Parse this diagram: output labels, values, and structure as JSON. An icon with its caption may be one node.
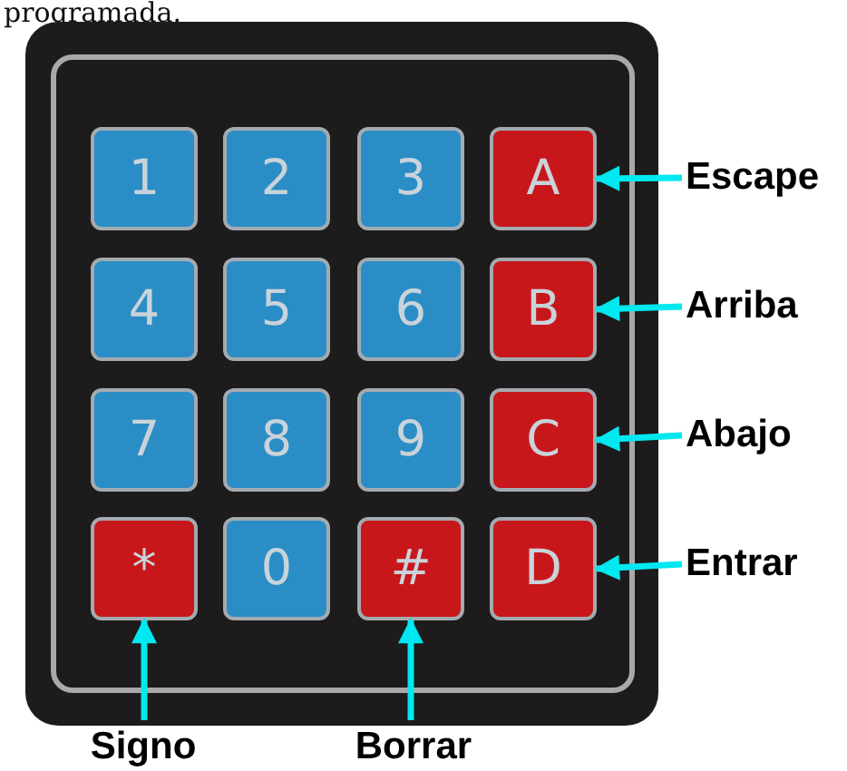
{
  "diagram": {
    "nodes": [
      {
        "text": [],
        "shape": "box"
      },
      {
        "text": [
          "1"
        ],
        "in": 0
      },
      {
        "text": [
          "2"
        ],
        "in": 0
      },
      {
        "text": [
          "3"
        ],
        "in": 0
      },
      {
        "text": [
          "A"
        ],
        "in": 0
      },
      {
        "text": [
          "4"
        ],
        "in": 0
      },
      {
        "text": [
          "5"
        ],
        "in": 0
      },
      {
        "text": [
          "6"
        ],
        "in": 0
      },
      {
        "text": [
          "B"
        ],
        "in": 0
      },
      {
        "text": [
          "7"
        ],
        "in": 0
      },
      {
        "text": [
          "8"
        ],
        "in": 0
      },
      {
        "text": [
          "9"
        ],
        "in": 0
      },
      {
        "text": [
          "C"
        ],
        "in": 0
      },
      {
        "text": [
          "*"
        ],
        "in": 0
      },
      {
        "text": [
          "0"
        ],
        "in": 0
      },
      {
        "text": [
          "#"
        ],
        "in": 0
      },
      {
        "text": [
          "D"
        ],
        "in": 0
      },
      {
        "text": [
          "Escape"
        ]
      },
      {
        "text": [
          "Arriba"
        ]
      },
      {
        "text": [
          "Abajo"
        ]
      },
      {
        "text": [
          "Entrar"
        ]
      },
      {
        "text": [
          "Signo"
        ]
      },
      {
        "text": [
          "Borrar"
        ]
      }
    ],
    "edges": [
      {
        "from": 17,
        "to": 4,
        "arrow": "to"
      },
      {
        "from": 18,
        "to": 8,
        "arrow": "to"
      },
      {
        "from": 19,
        "to": 12,
        "arrow": "to"
      },
      {
        "from": 20,
        "to": 16,
        "arrow": "to"
      },
      {
        "from": 21,
        "to": 13,
        "arrow": "to"
      },
      {
        "from": 22,
        "to": 15,
        "arrow": "to"
      }
    ],
    "labels": [
      "programada."
    ]
  }
}
